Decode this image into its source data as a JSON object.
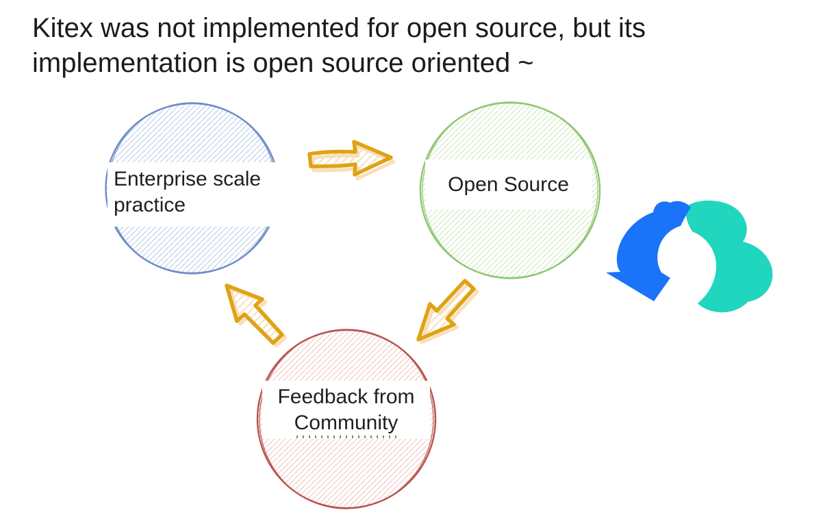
{
  "slide": {
    "title_line1": "Kitex was not implemented for open source, but its",
    "title_line2": "implementation is open source oriented ~"
  },
  "diagram": {
    "nodes": [
      {
        "id": "enterprise-scale-practice",
        "lines": [
          "Enterprise scale",
          "practice"
        ],
        "stroke": "#6d8cc6",
        "hatch": "#c6d6ee"
      },
      {
        "id": "open-source",
        "lines": [
          "Open Source"
        ],
        "stroke": "#8ec573",
        "hatch": "#d5ebc9"
      },
      {
        "id": "feedback-from-community",
        "lines": [
          "Feedback from",
          "Community"
        ],
        "stroke": "#b6534f",
        "hatch": "#f3cfcb"
      }
    ],
    "edges": [
      {
        "from": "enterprise-scale-practice",
        "to": "open-source",
        "direction": "right"
      },
      {
        "from": "open-source",
        "to": "feedback-from-community",
        "direction": "down-left"
      },
      {
        "from": "feedback-from-community",
        "to": "enterprise-scale-practice",
        "direction": "up-left"
      }
    ],
    "arrow_color": "#dfa313",
    "arrow_hatch": "#f8dcb6"
  },
  "logo": {
    "name": "cloudwego-logo",
    "blue": "#1a73f9",
    "teal": "#21d6bf"
  }
}
